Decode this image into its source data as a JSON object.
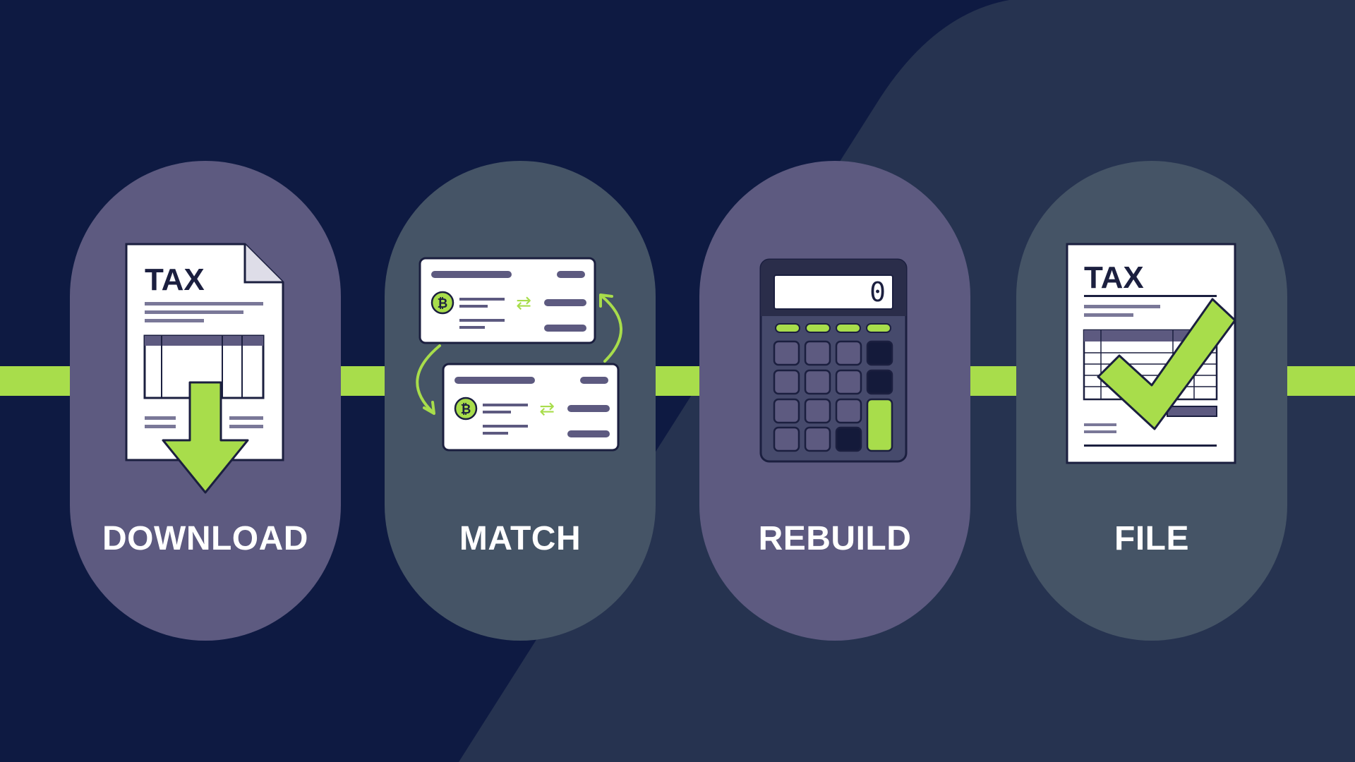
{
  "steps": [
    {
      "label": "DOWNLOAD",
      "doc_heading": "TAX"
    },
    {
      "label": "MATCH",
      "coin_symbol": "₿",
      "swap_symbol": "⇄"
    },
    {
      "label": "REBUILD",
      "display_value": "0"
    },
    {
      "label": "FILE",
      "doc_heading": "TAX"
    }
  ],
  "colors": {
    "background": "#0e1a42",
    "background_shape": "#263350",
    "accent_green": "#a8dd4b",
    "pill_purple": "#5d5a80",
    "pill_slate": "#455466",
    "outline": "#1b1f3f"
  },
  "icons": [
    "tax-document-download-icon",
    "matching-records-icon",
    "calculator-icon",
    "tax-document-check-icon"
  ]
}
